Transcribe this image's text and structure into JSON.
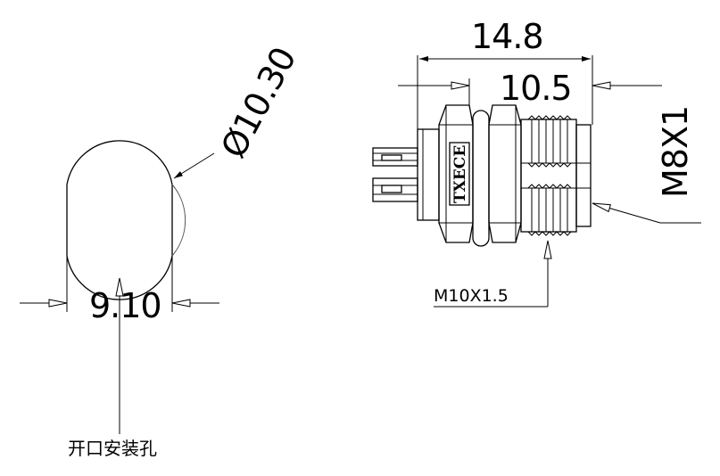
{
  "dimensions": {
    "hole_diameter": "Ø10.30",
    "hole_flat_width": "9.10",
    "overall_length": "14.8",
    "body_length": "10.5",
    "front_thread": "M8X1",
    "panel_thread": "M10X1.5"
  },
  "labels": {
    "hole_caption": "开口安装孔",
    "body_marking": "TXECE"
  }
}
